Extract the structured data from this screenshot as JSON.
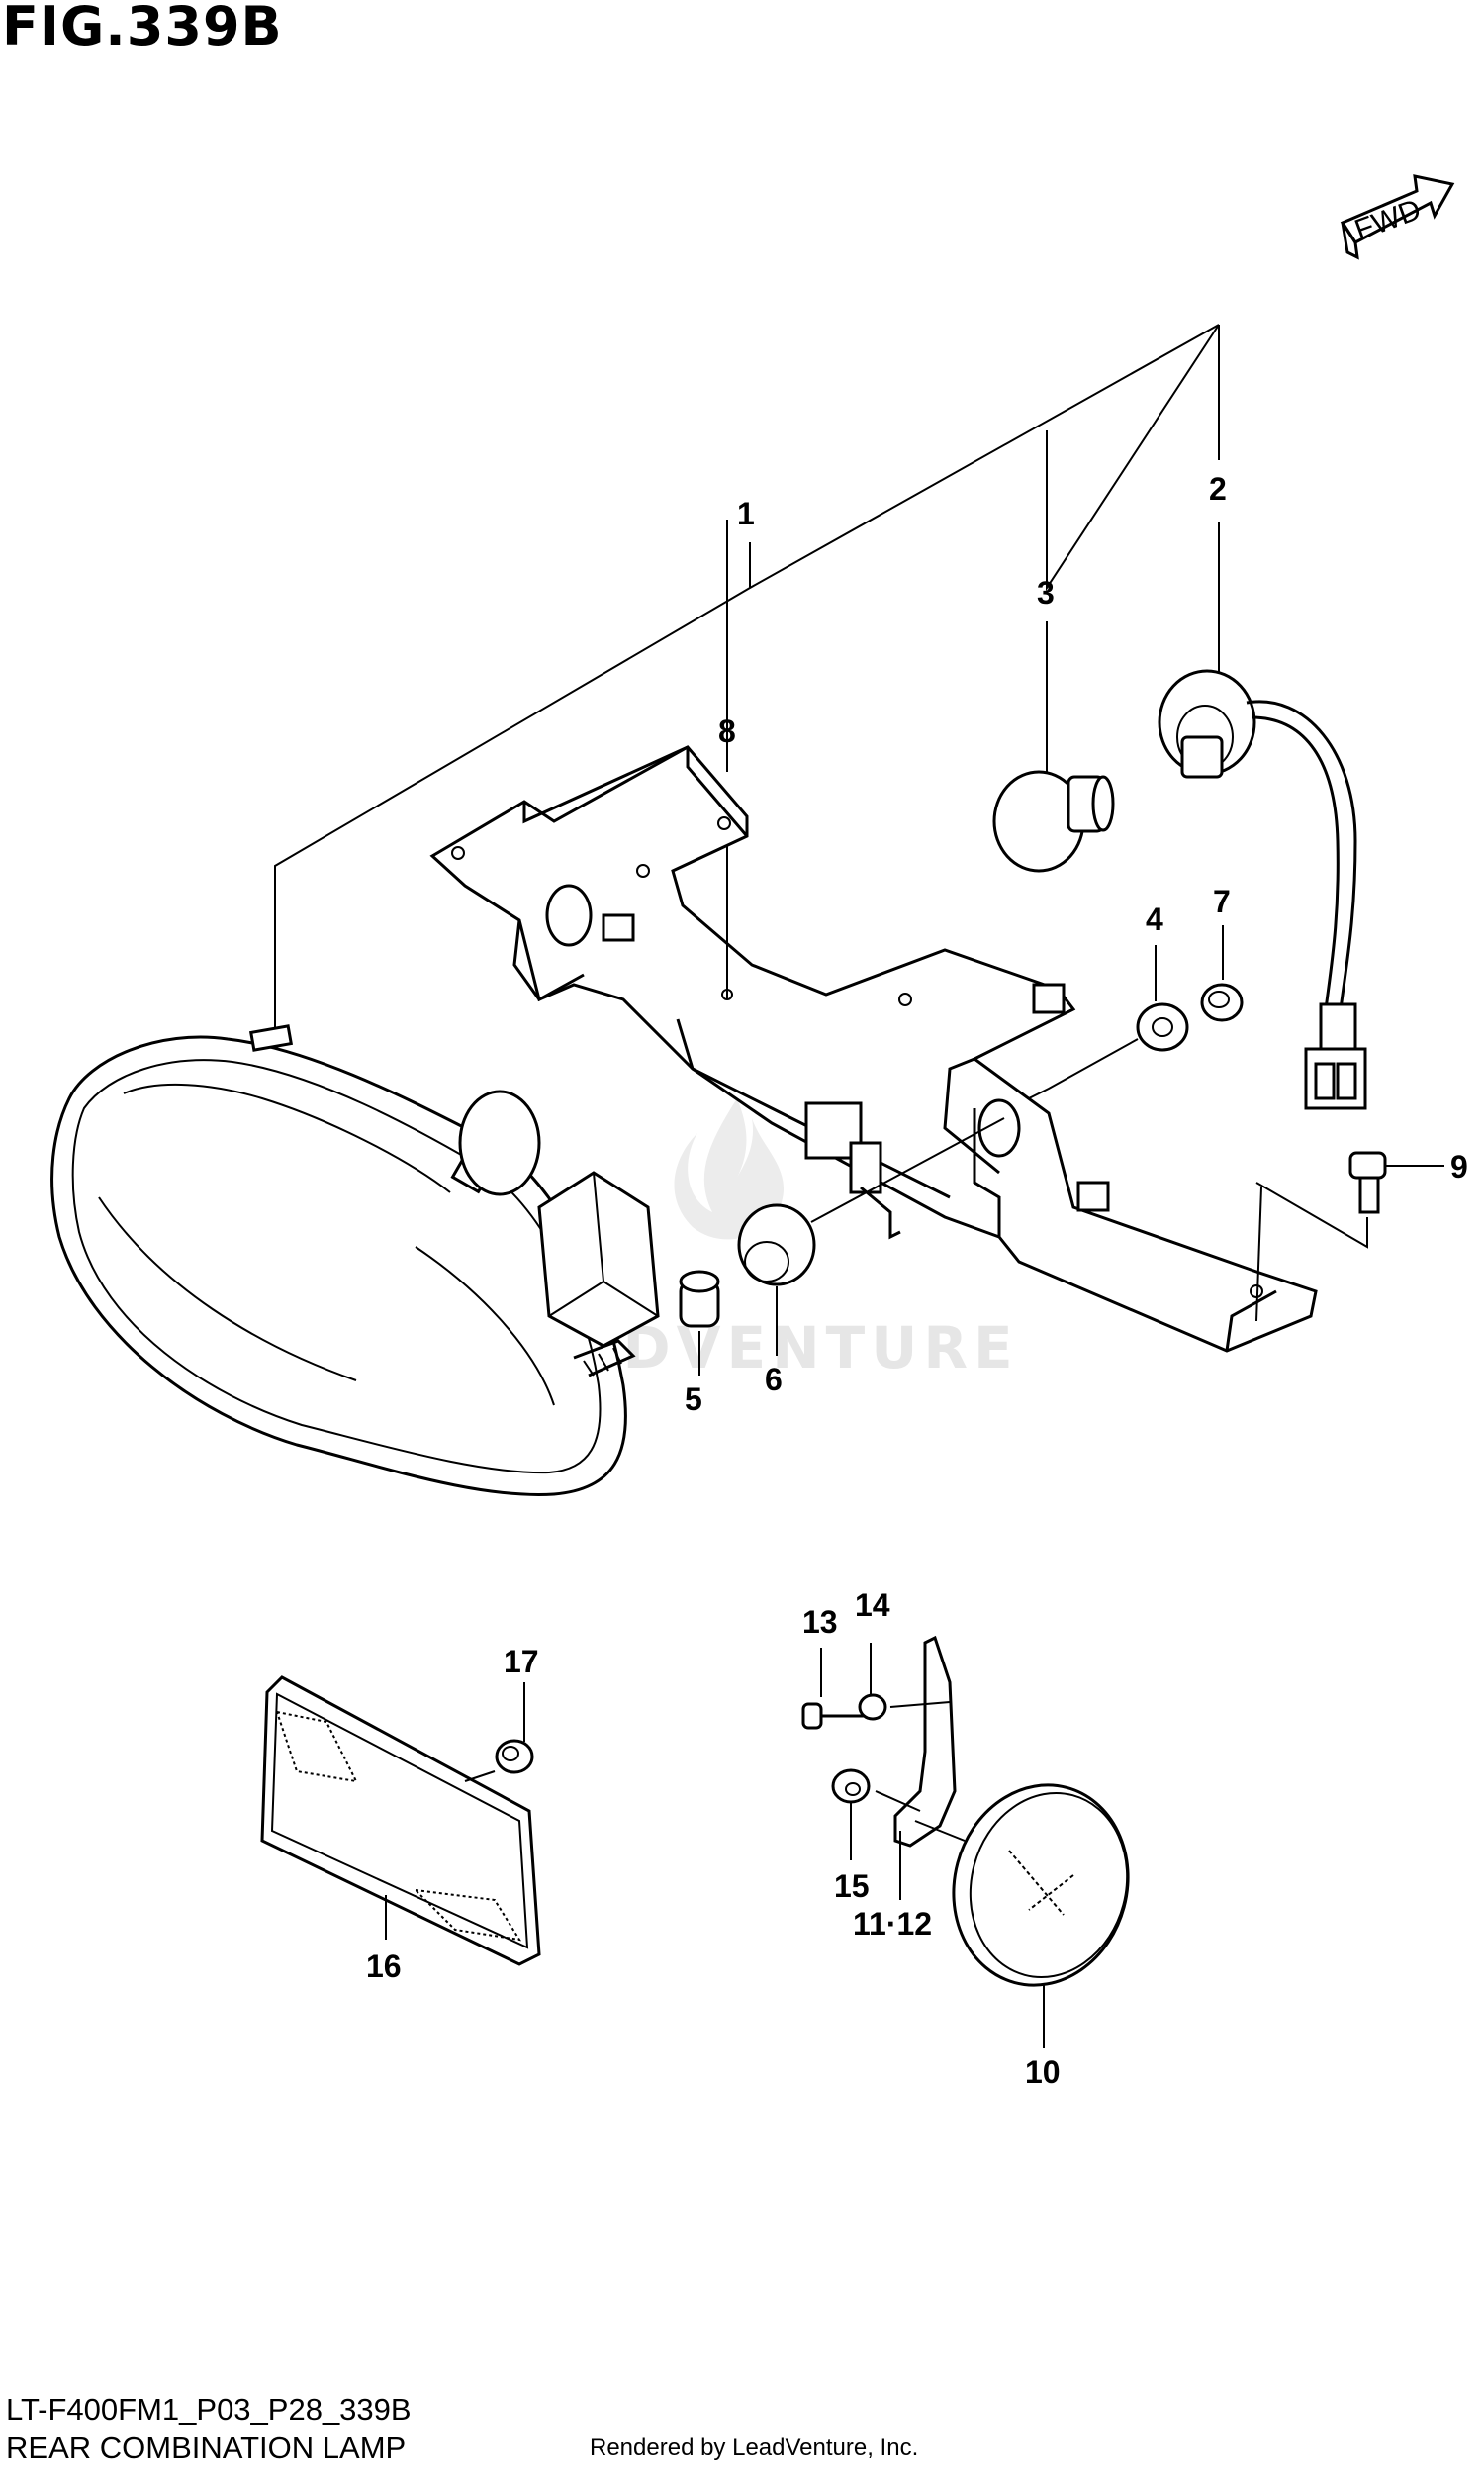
{
  "figure": {
    "title": "FIG.339B",
    "model_code": "LT-F400FM1_P03_P28_339B",
    "caption": "REAR COMBINATION LAMP",
    "rendered_by": "Rendered by LeadVenture, Inc.",
    "direction_tag": "FWD",
    "watermark": "LEADVENTURE"
  },
  "callouts": {
    "c1": "1",
    "c2": "2",
    "c3": "3",
    "c4": "4",
    "c5": "5",
    "c6": "6",
    "c7": "7",
    "c8": "8",
    "c9": "9",
    "c10": "10",
    "c11_12": "11·12",
    "c13": "13",
    "c14": "14",
    "c15": "15",
    "c16": "16",
    "c17": "17"
  }
}
